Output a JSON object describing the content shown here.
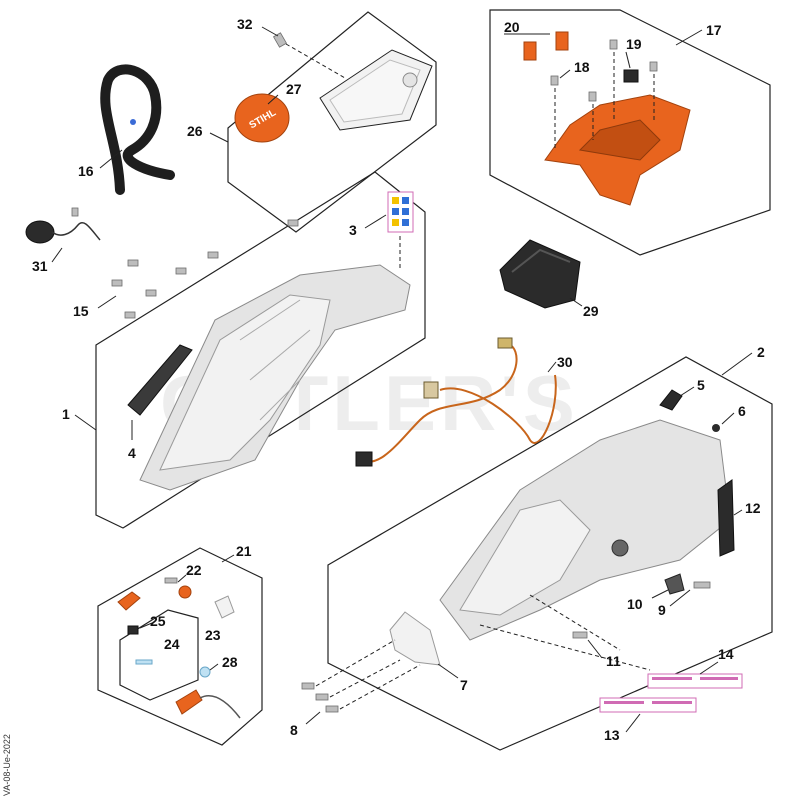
{
  "watermark": "CUTLER'S",
  "doc_code": "VA-08-Ue-2022",
  "brand_text": "STIHL",
  "callouts": [
    "32",
    "27",
    "26",
    "16",
    "31",
    "3",
    "15",
    "1",
    "4",
    "2",
    "5",
    "6",
    "12",
    "30",
    "29",
    "17",
    "20",
    "19",
    "18",
    "21",
    "22",
    "25",
    "24",
    "23",
    "28",
    "7",
    "8",
    "9",
    "10",
    "11",
    "14",
    "13"
  ],
  "colors": {
    "orange": "#e8641e",
    "ink": "#222222",
    "label_pink": "#d06bb4"
  }
}
